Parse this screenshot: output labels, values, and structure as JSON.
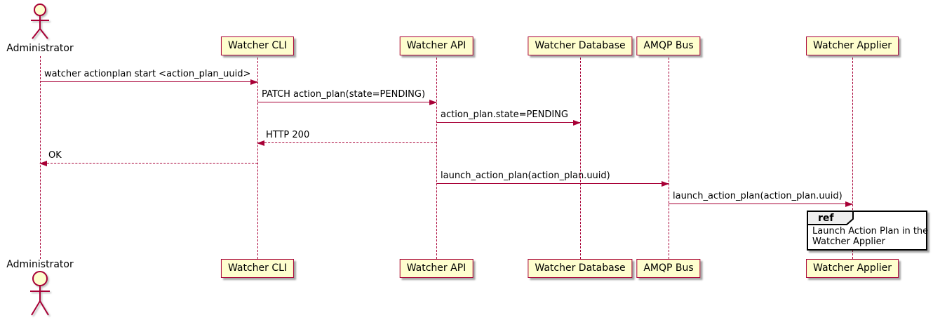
{
  "diagram": {
    "type": "uml-sequence",
    "colors": {
      "participant_fill": "#FEFECE",
      "participant_border": "#A80036",
      "arrow": "#A80036",
      "lifeline": "#A80036",
      "ref_border": "#000000",
      "ref_header_fill": "#EEEEEE",
      "text": "#000000",
      "background": "#FFFFFF"
    },
    "actors": [
      {
        "name": "Administrator"
      }
    ],
    "participants": [
      {
        "label": "Watcher CLI"
      },
      {
        "label": "Watcher API"
      },
      {
        "label": "Watcher Database"
      },
      {
        "label": "AMQP Bus"
      },
      {
        "label": "Watcher Applier"
      }
    ],
    "messages": [
      {
        "from": "Administrator",
        "to": "Watcher CLI",
        "label": "watcher actionplan start <action_plan_uuid>",
        "style": "solid",
        "direction": "right"
      },
      {
        "from": "Watcher CLI",
        "to": "Watcher API",
        "label": "PATCH action_plan(state=PENDING)",
        "style": "solid",
        "direction": "right"
      },
      {
        "from": "Watcher API",
        "to": "Watcher Database",
        "label": "action_plan.state=PENDING",
        "style": "solid",
        "direction": "right"
      },
      {
        "from": "Watcher API",
        "to": "Watcher CLI",
        "label": "HTTP 200",
        "style": "dashed",
        "direction": "left"
      },
      {
        "from": "Watcher CLI",
        "to": "Administrator",
        "label": "OK",
        "style": "dashed",
        "direction": "left"
      },
      {
        "from": "Watcher API",
        "to": "AMQP Bus",
        "label": "launch_action_plan(action_plan.uuid)",
        "style": "solid",
        "direction": "right"
      },
      {
        "from": "AMQP Bus",
        "to": "Watcher Applier",
        "label": "launch_action_plan(action_plan.uuid)",
        "style": "solid",
        "direction": "right"
      }
    ],
    "ref": {
      "keyword": "ref",
      "over": "Watcher Applier",
      "line1": "Launch Action Plan in the",
      "line2": "Watcher Applier"
    }
  }
}
